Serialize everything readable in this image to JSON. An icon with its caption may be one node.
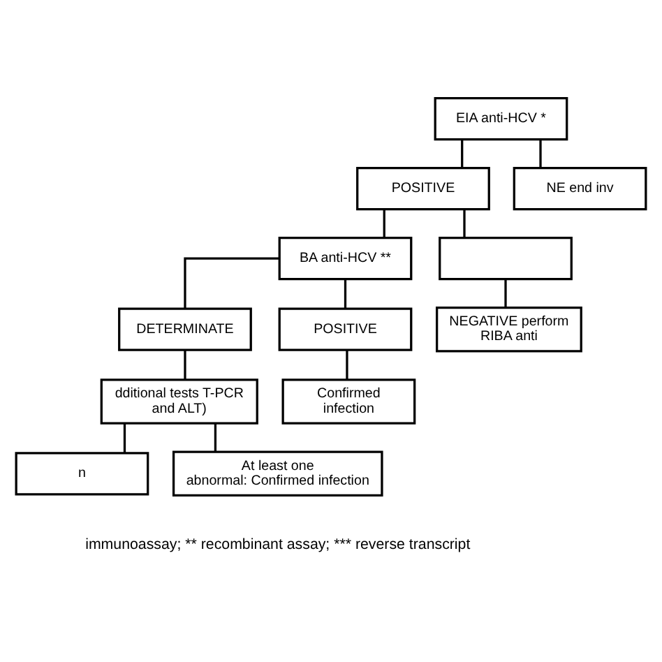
{
  "diagram": {
    "nodes": [
      {
        "text": [
          "EIA anti-HCV *"
        ]
      },
      {
        "text": [
          "POSITIVE"
        ]
      },
      {
        "text": [
          "NE end inv"
        ]
      },
      {
        "text": [
          "BA anti-HCV **"
        ]
      },
      {
        "text": [],
        "shape": "box"
      },
      {
        "text": [
          "DETERMINATE"
        ]
      },
      {
        "text": [
          "POSITIVE"
        ]
      },
      {
        "text": [
          "NEGATIVE perform RIBA anti"
        ]
      },
      {
        "text": [
          "dditional tests T-PCR and ALT)"
        ]
      },
      {
        "text": [
          "Confirmed infection"
        ]
      },
      {
        "text": [
          "n"
        ]
      },
      {
        "text": [
          "At least one abnormal: Confirmed infection"
        ]
      }
    ],
    "edges": [
      {
        "from": 0,
        "to": 1,
        "arrow": "none"
      },
      {
        "from": 0,
        "to": 2,
        "arrow": "none"
      },
      {
        "from": 1,
        "to": 3,
        "arrow": "none"
      },
      {
        "from": 1,
        "to": 4,
        "arrow": "none"
      },
      {
        "from": 3,
        "to": 5,
        "arrow": "none"
      },
      {
        "from": 3,
        "to": 6,
        "arrow": "none"
      },
      {
        "from": 4,
        "to": 7,
        "arrow": "none"
      },
      {
        "from": 5,
        "to": 8,
        "arrow": "none"
      },
      {
        "from": 6,
        "to": 9,
        "arrow": "none"
      },
      {
        "from": 8,
        "to": 10,
        "arrow": "none"
      },
      {
        "from": 8,
        "to": 11,
        "arrow": "none"
      }
    ],
    "labels": [
      "immunoassay; ** recombinant assay; *** reverse transcript"
    ]
  }
}
